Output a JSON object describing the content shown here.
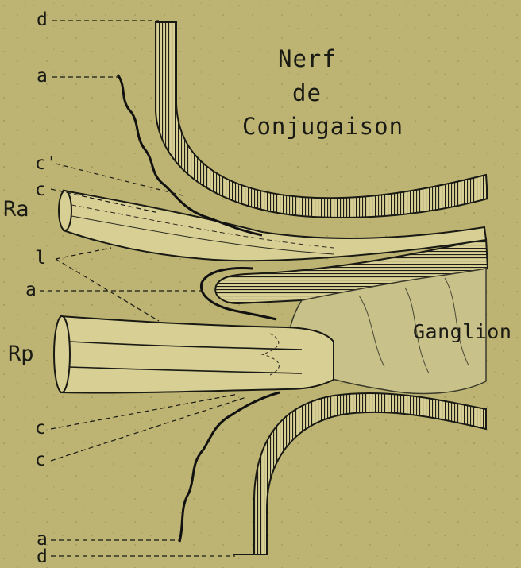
{
  "title": {
    "line1": "Nerf",
    "line2": "de",
    "line3": "Conjugaison"
  },
  "ganglion_label": "Ganglion",
  "labels": {
    "d_top": "d",
    "a_top": "a",
    "c_prime": "c'",
    "c_upper": "c",
    "ra": "Ra",
    "l": "l",
    "a_middle": "a",
    "rp": "Rp",
    "c_lower1": "c",
    "c_lower2": "c",
    "a_bottom": "a",
    "d_bottom": "d"
  },
  "colors": {
    "paper": "#bdb473",
    "ink": "#1a1a14"
  }
}
